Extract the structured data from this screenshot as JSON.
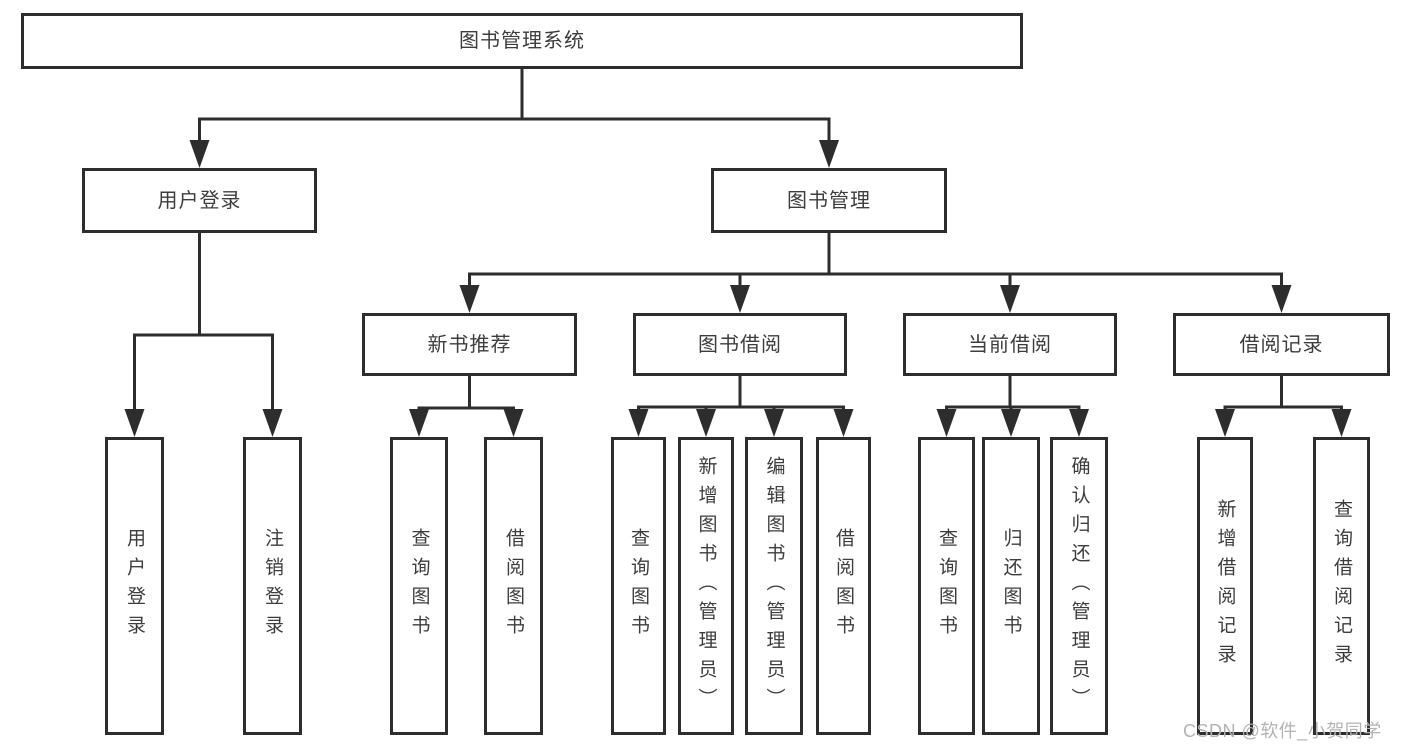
{
  "diagram": {
    "type": "tree",
    "title": "图书管理系统",
    "watermark": "CSDN @软件_小贺同学",
    "colors": {
      "line": "#2d2d2d",
      "box_border": "#2d2d2d",
      "text": "#3d3d3d",
      "watermark": "#b3b3b3",
      "background": "#ffffff"
    },
    "nodes": {
      "root": {
        "label": "图书管理系统",
        "children": [
          "user_login",
          "book_mgmt"
        ]
      },
      "user_login": {
        "label": "用户登录",
        "children": [
          "login",
          "logout"
        ]
      },
      "book_mgmt": {
        "label": "图书管理",
        "children": [
          "new_book_rec",
          "book_borrow",
          "current_borrow",
          "borrow_records"
        ]
      },
      "new_book_rec": {
        "label": "新书推荐",
        "children": [
          "query_book_a",
          "borrow_book_a"
        ]
      },
      "book_borrow": {
        "label": "图书借阅",
        "children": [
          "query_book_b",
          "add_book",
          "edit_book",
          "borrow_book_b"
        ]
      },
      "current_borrow": {
        "label": "当前借阅",
        "children": [
          "query_book_c",
          "return_book",
          "confirm_return"
        ]
      },
      "borrow_records": {
        "label": "借阅记录",
        "children": [
          "add_borrow_record",
          "query_borrow_record"
        ]
      },
      "login": {
        "label": "用户登录",
        "children": []
      },
      "logout": {
        "label": "注销登录",
        "children": []
      },
      "query_book_a": {
        "label": "查询图书",
        "children": []
      },
      "borrow_book_a": {
        "label": "借阅图书",
        "children": []
      },
      "query_book_b": {
        "label": "查询图书",
        "children": []
      },
      "add_book": {
        "label": "新增图书（管理员）",
        "children": []
      },
      "edit_book": {
        "label": "编辑图书（管理员）",
        "children": []
      },
      "borrow_book_b": {
        "label": "借阅图书",
        "children": []
      },
      "query_book_c": {
        "label": "查询图书",
        "children": []
      },
      "return_book": {
        "label": "归还图书",
        "children": []
      },
      "confirm_return": {
        "label": "确认归还（管理员）",
        "children": []
      },
      "add_borrow_record": {
        "label": "新增借阅记录",
        "children": []
      },
      "query_borrow_record": {
        "label": "查询借阅记录",
        "children": []
      }
    }
  }
}
